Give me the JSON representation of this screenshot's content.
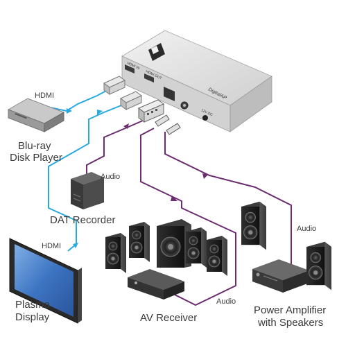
{
  "device": {
    "brand_text": "DigitalAP",
    "port_hdmi_in": "HDMI IN",
    "port_hdmi_out": "HDMI OUT",
    "port_power": "12V DC"
  },
  "connections": {
    "hdmi_in_label": "HDMI",
    "hdmi_out_label": "HDMI",
    "audio_dat_label": "Audio",
    "audio_amp_label": "Audio",
    "audio_receiver_label": "Audio"
  },
  "devices": {
    "bluray_line1": "Blu-ray",
    "bluray_line2": "Disk Player",
    "dat": "DAT Recorder",
    "plasma_line1": "Plasma",
    "plasma_line2": "Display",
    "av_receiver": "AV Receiver",
    "amp_line1": "Power Amplifier",
    "amp_line2": "with Speakers"
  },
  "colors": {
    "hdmi_cable": "#29a9e0",
    "audio_cable": "#6b2d6f"
  }
}
